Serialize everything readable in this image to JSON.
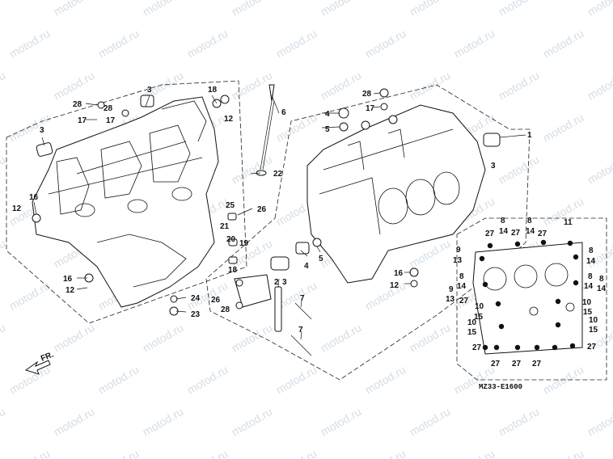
{
  "watermark": "motod.ru",
  "diagram_code": "MZ33-E1600",
  "direction_label": "FR.",
  "callouts": [
    {
      "id": "c3a",
      "text": "3"
    },
    {
      "id": "c18a",
      "text": "18"
    },
    {
      "id": "c12a",
      "text": "12"
    },
    {
      "id": "c28a",
      "text": "28"
    },
    {
      "id": "c28b",
      "text": "28"
    },
    {
      "id": "c17a",
      "text": "17"
    },
    {
      "id": "c17b",
      "text": "17"
    },
    {
      "id": "c3b",
      "text": "3"
    },
    {
      "id": "c16a",
      "text": "16"
    },
    {
      "id": "c12b",
      "text": "12"
    },
    {
      "id": "c16b",
      "text": "16"
    },
    {
      "id": "c12c",
      "text": "12"
    },
    {
      "id": "c24",
      "text": "24"
    },
    {
      "id": "c23",
      "text": "23"
    },
    {
      "id": "c26a",
      "text": "26"
    },
    {
      "id": "c28c",
      "text": "28"
    },
    {
      "id": "c25",
      "text": "25"
    },
    {
      "id": "c26b",
      "text": "26"
    },
    {
      "id": "c21",
      "text": "21"
    },
    {
      "id": "c20",
      "text": "20"
    },
    {
      "id": "c19",
      "text": "19"
    },
    {
      "id": "c18b",
      "text": "18"
    },
    {
      "id": "c2",
      "text": "2"
    },
    {
      "id": "c3c",
      "text": "3"
    },
    {
      "id": "c7a",
      "text": "7"
    },
    {
      "id": "c7b",
      "text": "7"
    },
    {
      "id": "c6",
      "text": "6"
    },
    {
      "id": "c22",
      "text": "22"
    },
    {
      "id": "c4a",
      "text": "4"
    },
    {
      "id": "c5a",
      "text": "5"
    },
    {
      "id": "c4b",
      "text": "4"
    },
    {
      "id": "c5b",
      "text": "5"
    },
    {
      "id": "c28d",
      "text": "28"
    },
    {
      "id": "c17c",
      "text": "17"
    },
    {
      "id": "c1",
      "text": "1"
    },
    {
      "id": "c3d",
      "text": "3"
    },
    {
      "id": "c16c",
      "text": "16"
    },
    {
      "id": "c12d",
      "text": "12"
    },
    {
      "id": "c27a",
      "text": "27"
    },
    {
      "id": "c8a",
      "text": "8"
    },
    {
      "id": "c14a",
      "text": "14"
    },
    {
      "id": "c27b",
      "text": "27"
    },
    {
      "id": "c8b",
      "text": "8"
    },
    {
      "id": "c14b",
      "text": "14"
    },
    {
      "id": "c27c",
      "text": "27"
    },
    {
      "id": "c11",
      "text": "11"
    },
    {
      "id": "c9a",
      "text": "9"
    },
    {
      "id": "c13a",
      "text": "13"
    },
    {
      "id": "c8c",
      "text": "8"
    },
    {
      "id": "c14c",
      "text": "14"
    },
    {
      "id": "c8d",
      "text": "8"
    },
    {
      "id": "c14d",
      "text": "14"
    },
    {
      "id": "c8e",
      "text": "8"
    },
    {
      "id": "c14e",
      "text": "14"
    },
    {
      "id": "c8f",
      "text": "8"
    },
    {
      "id": "c14f",
      "text": "14"
    },
    {
      "id": "c9b",
      "text": "9"
    },
    {
      "id": "c13b",
      "text": "13"
    },
    {
      "id": "c27d",
      "text": "27"
    },
    {
      "id": "c10a",
      "text": "10"
    },
    {
      "id": "c15a",
      "text": "15"
    },
    {
      "id": "c10b",
      "text": "10"
    },
    {
      "id": "c15b",
      "text": "15"
    },
    {
      "id": "c10c",
      "text": "10"
    },
    {
      "id": "c15c",
      "text": "15"
    },
    {
      "id": "c10d",
      "text": "10"
    },
    {
      "id": "c15d",
      "text": "15"
    },
    {
      "id": "c27e",
      "text": "27"
    },
    {
      "id": "c27f",
      "text": "27"
    },
    {
      "id": "c27g",
      "text": "27"
    },
    {
      "id": "c27h",
      "text": "27"
    },
    {
      "id": "c27i",
      "text": "27"
    }
  ]
}
